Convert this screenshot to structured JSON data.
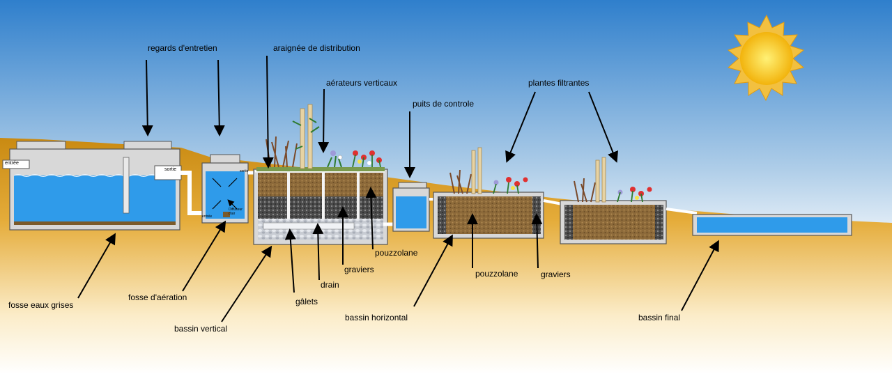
{
  "labels": {
    "regards": "regards d'entretien",
    "araignee": "araignée de distribution",
    "aerateurs": "aérateurs verticaux",
    "puits": "puits de controle",
    "plantes": "plantes filtrantes",
    "fosse_eaux": "fosse eaux grises",
    "fosse_aeration": "fosse d'aération",
    "bassin_vertical": "bassin vertical",
    "galets": "gâlets",
    "drain": "drain",
    "graviers_v": "graviers",
    "pouzzolane_v": "pouzzolane",
    "bassin_horizontal": "bassin horizontal",
    "pouzzolane_h": "pouzzolane",
    "graviers_h": "graviers",
    "bassin_final": "bassin final"
  },
  "small_labels": {
    "entree": "entrée",
    "sortie": "sortie",
    "sortie2": "sortie",
    "diffuseur": "Diffuseur d'air",
    "entree2": "entrée"
  },
  "colors": {
    "sky_top": "#2f7fcc",
    "sky_mid": "#ffffff",
    "ground": "#d99e1e",
    "water": "#2f9bea",
    "tank_wall": "#d8d8d8",
    "sun": "#f7c21a",
    "pouzzolane": "#8a6a3c",
    "graviers": "#555555"
  }
}
